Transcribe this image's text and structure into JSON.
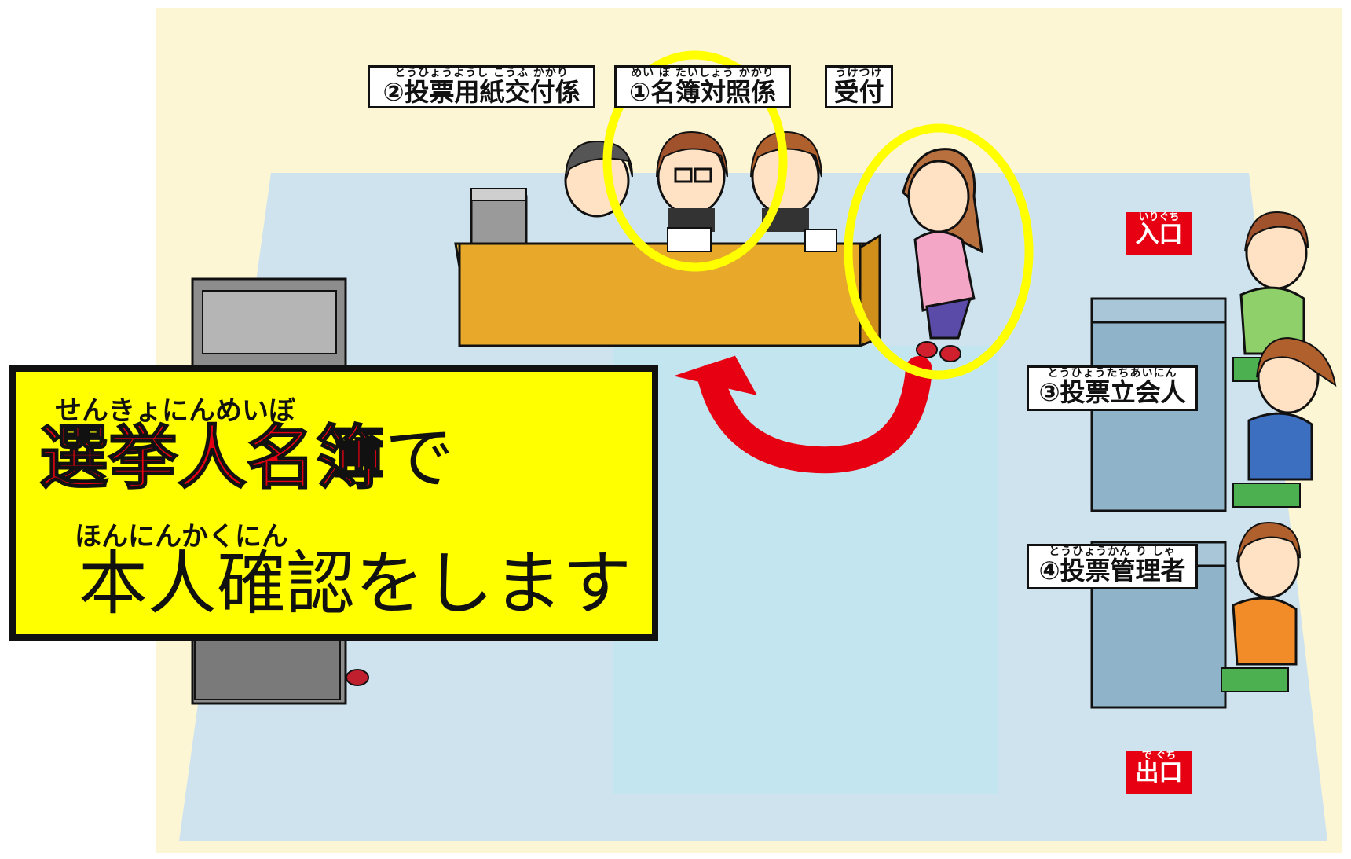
{
  "signs": {
    "ballot_issuer": {
      "ruby": "とうひょうようし こうふ かかり",
      "label": "②投票用紙交付係"
    },
    "roster_checker": {
      "ruby": "めい ぼ たいしょう かかり",
      "label": "①名簿対照係"
    },
    "reception": {
      "ruby": "うけつけ",
      "label": "受付"
    },
    "entrance": {
      "ruby": "いりぐち",
      "label": "入口"
    },
    "witness": {
      "ruby": "とうひょうたちあいにん",
      "label": "③投票立会人"
    },
    "manager": {
      "ruby": "とうひょうかん り しゃ",
      "label": "④投票管理者"
    },
    "exit": {
      "ruby": "で ぐち",
      "label": "出口"
    }
  },
  "callout": {
    "ruby1": "せんきょにんめいぼ",
    "highlight": "選挙人名簿",
    "suffix": "で",
    "ruby2": "ほんにんかくにん",
    "line2": "本人確認をします"
  },
  "colors": {
    "highlight_ring": "#ffff00",
    "arrow": "#e60012",
    "callout_bg": "#ffff00",
    "floor": "#cfe3ef",
    "desk": "#e8a82a"
  }
}
